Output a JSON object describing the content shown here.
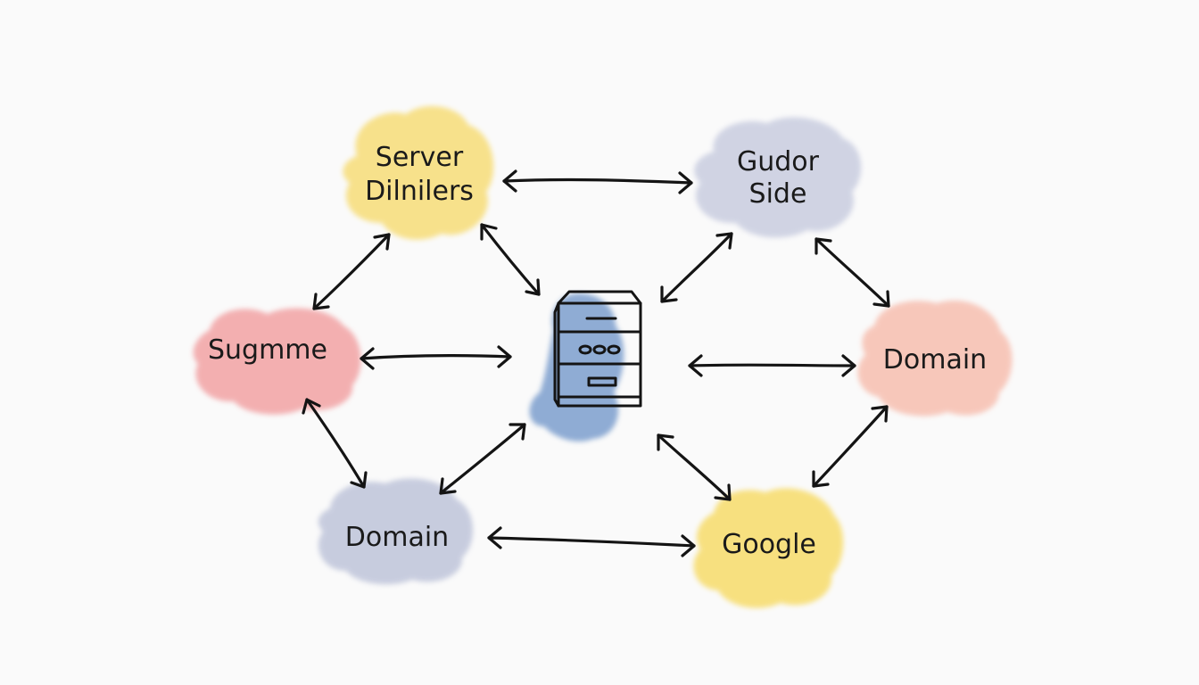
{
  "nodes": [
    {
      "id": "server-dilnilers",
      "lines": [
        "Server",
        "Dilnilers"
      ],
      "color": "#f7dd78"
    },
    {
      "id": "gudor-side",
      "lines": [
        "Gudor",
        "Side"
      ],
      "color": "#c9cde0"
    },
    {
      "id": "sugmme",
      "lines": [
        "Sugmme"
      ],
      "color": "#f2a3a4"
    },
    {
      "id": "domain-right",
      "lines": [
        "Domain"
      ],
      "color": "#f7bfb0"
    },
    {
      "id": "domain-left",
      "lines": [
        "Domain"
      ],
      "color": "#bfc5da"
    },
    {
      "id": "google",
      "lines": [
        "Google"
      ],
      "color": "#f7dc6a"
    }
  ],
  "center": {
    "icon": "server-rack-icon",
    "color": "#7d9fce"
  },
  "edges": [
    {
      "from": "server-dilnilers",
      "to": "gudor-side"
    },
    {
      "from": "server-dilnilers",
      "to": "sugmme"
    },
    {
      "from": "server-dilnilers",
      "to": "center"
    },
    {
      "from": "gudor-side",
      "to": "center"
    },
    {
      "from": "gudor-side",
      "to": "domain-right"
    },
    {
      "from": "sugmme",
      "to": "center"
    },
    {
      "from": "sugmme",
      "to": "domain-left"
    },
    {
      "from": "domain-right",
      "to": "center"
    },
    {
      "from": "domain-right",
      "to": "google"
    },
    {
      "from": "domain-left",
      "to": "center"
    },
    {
      "from": "domain-left",
      "to": "google"
    },
    {
      "from": "google",
      "to": "center"
    }
  ]
}
